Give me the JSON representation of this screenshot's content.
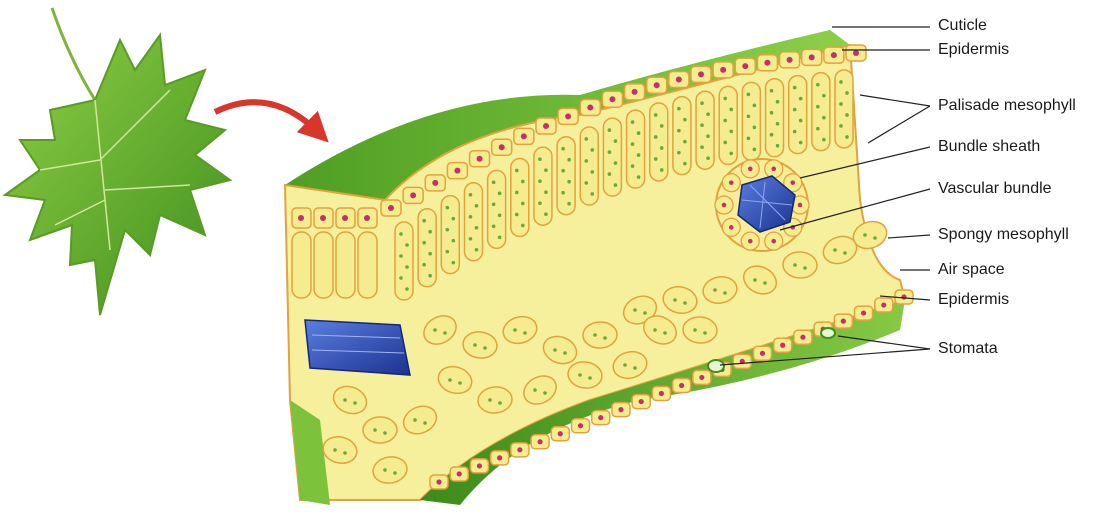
{
  "labels": [
    {
      "key": "cuticle",
      "text": "Cuticle"
    },
    {
      "key": "epidermis_upper",
      "text": "Epidermis"
    },
    {
      "key": "palisade",
      "text": "Palisade mesophyll"
    },
    {
      "key": "bundle_sheath",
      "text": "Bundle sheath"
    },
    {
      "key": "vascular_bundle",
      "text": "Vascular bundle"
    },
    {
      "key": "spongy",
      "text": "Spongy mesophyll"
    },
    {
      "key": "air_space",
      "text": "Air space"
    },
    {
      "key": "epidermis_lower",
      "text": "Epidermis"
    },
    {
      "key": "stomata",
      "text": "Stomata"
    }
  ],
  "colors": {
    "leaf": "#6db82e",
    "leaf_dark": "#3f8f1d",
    "cell_fill": "#f4ec8e",
    "cell_border": "#e2a23c",
    "nucleus": "#c2306e",
    "chloroplast": "#6aa83a",
    "vascular": "#2c4fb0",
    "arrow": "#d9362b"
  }
}
